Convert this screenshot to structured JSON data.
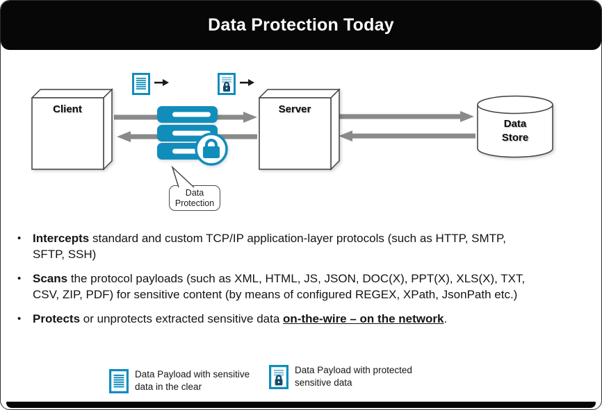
{
  "title": "Data Protection Today",
  "colors": {
    "accent": "#118DBC",
    "accent_light": "#7CC0DC",
    "lock": "#134A6B",
    "arrow": "#8A8A8A",
    "line": "#3F3F3F"
  },
  "diagram": {
    "client_label": "Client",
    "server_label": "Server",
    "datastore_line1": "Data",
    "datastore_line2": "Store",
    "callout_line1": "Data",
    "callout_line2": "Protection",
    "icons": {
      "clear_payload": "document-clear-icon",
      "protected_payload": "document-lock-icon",
      "appliance_lock": "lock-badge-icon"
    }
  },
  "bullets_marker": "•",
  "bullets": [
    {
      "lead": "Intercepts",
      "text": " standard and custom TCP/IP application-layer protocols (such as HTTP, SMTP, SFTP, SSH)"
    },
    {
      "lead": "Scans",
      "text": " the protocol payloads (such as XML, HTML, JS, JSON, DOC(X), PPT(X), XLS(X), TXT, CSV, ZIP, PDF) for sensitive content (by means of configured REGEX, XPath, JsonPath etc.)"
    },
    {
      "lead": "Protects",
      "text": " or unprotects extracted sensitive data ",
      "emphasis": "on-the-wire – on the network",
      "suffix": "."
    }
  ],
  "legend": {
    "clear": {
      "icon": "document-clear-icon",
      "text": "Data Payload with sensitive data in the clear"
    },
    "protected": {
      "icon": "document-lock-icon",
      "text": "Data Payload with protected sensitive data"
    }
  }
}
